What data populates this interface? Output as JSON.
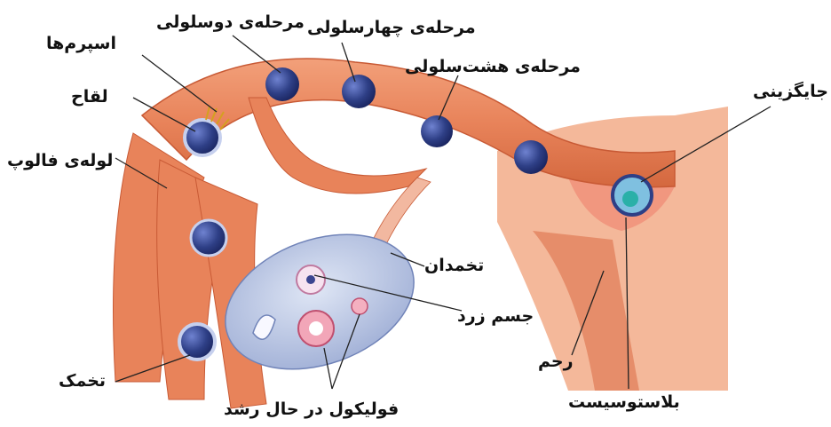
{
  "labels": {
    "sperms": "اسپرم‌ها",
    "zygote": "لقاح",
    "fallopian_tube": "لوله‌ی فالوپ",
    "two_cell": "مرحله‌ی دوسلولی",
    "four_cell": "مرحله‌ی چهارسلولی",
    "eight_cell": "مرحله‌ی هشت‌سلولی",
    "implantation": "جایگزینی",
    "ovary": "تخمدان",
    "corpus_luteum": "جسم زرد",
    "uterus": "رحم",
    "blastocyst": "بلاستوسیست",
    "ovum": "تخمک",
    "growing_follicle": "فولیکول در حال رشد"
  },
  "colors": {
    "tube": "#e8835a",
    "tube_dark": "#c85a35",
    "uterus_bg": "#f4b89a",
    "ovary": "#b7c4e0",
    "cell": "#2e3f86",
    "cell_light": "#5a6fc0",
    "blastocyst_inner": "#2ab0a8"
  }
}
